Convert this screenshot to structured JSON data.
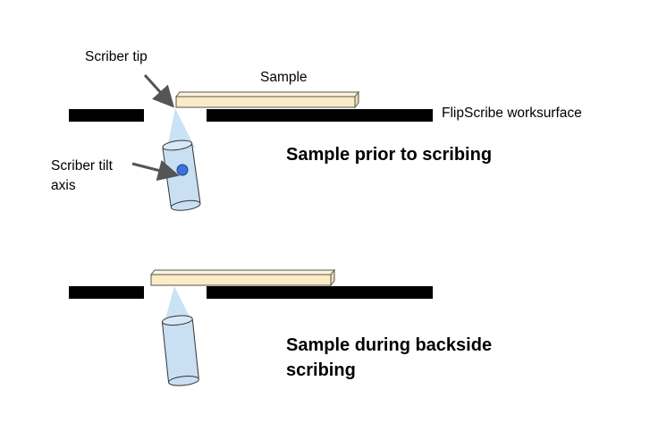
{
  "diagram": {
    "labels": {
      "scriber_tip": "Scriber tip",
      "sample": "Sample",
      "worksurface": "FlipScribe worksurface",
      "tilt_axis_line1": "Scriber tilt",
      "tilt_axis_line2": "axis"
    },
    "captions": {
      "before": "Sample prior to scribing",
      "during_line1": "Sample during backside",
      "during_line2": "scribing"
    },
    "colors": {
      "worksurface": "#000000",
      "sample_fill": "#fbebc6",
      "sample_stroke": "#555555",
      "scriber_fill": "#c9dff2",
      "scriber_stroke": "#333333",
      "beam": "#c9e3f5",
      "tilt_axis_dot": "#3b73d9",
      "arrow": "#555555"
    }
  }
}
